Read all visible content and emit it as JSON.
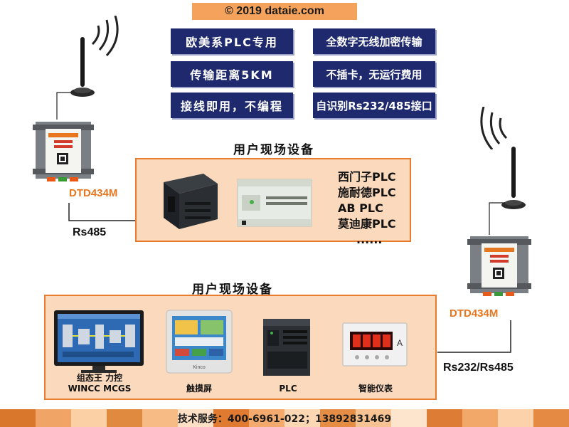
{
  "banner": "© 2019 dataie.com",
  "features": [
    "欧美系PLC专用",
    "全数字无线加密传输",
    "传输距离5KM",
    "不插卡，无运行费用",
    "接线即用，不编程",
    "自识别Rs232/485接口"
  ],
  "top_section": {
    "title": "用户现场设备",
    "plc_list": [
      "西门子PLC",
      "施耐德PLC",
      "AB PLC",
      "莫迪康PLC",
      "......"
    ]
  },
  "bottom_section": {
    "title": "用户现场设备",
    "devices": [
      {
        "label_line1": "组态王 力控",
        "label_line2": "WINCC MCGS"
      },
      {
        "label_line1": "触摸屏",
        "label_line2": ""
      },
      {
        "label_line1": "PLC",
        "label_line2": ""
      },
      {
        "label_line1": "智能仪表",
        "label_line2": ""
      }
    ],
    "meter_letter": "A",
    "hmi_brand": "Kinco"
  },
  "modules": {
    "left_model": "DTD434M",
    "right_model": "DTD434M",
    "left_bus": "Rs485",
    "right_bus": "Rs232/Rs485"
  },
  "footer": "技术服务：400-6961-022；13892831469",
  "colors": {
    "accent_orange": "#e8761f",
    "panel_fill": "#fbd9bd",
    "feature_blue": "#1f2a6e"
  }
}
